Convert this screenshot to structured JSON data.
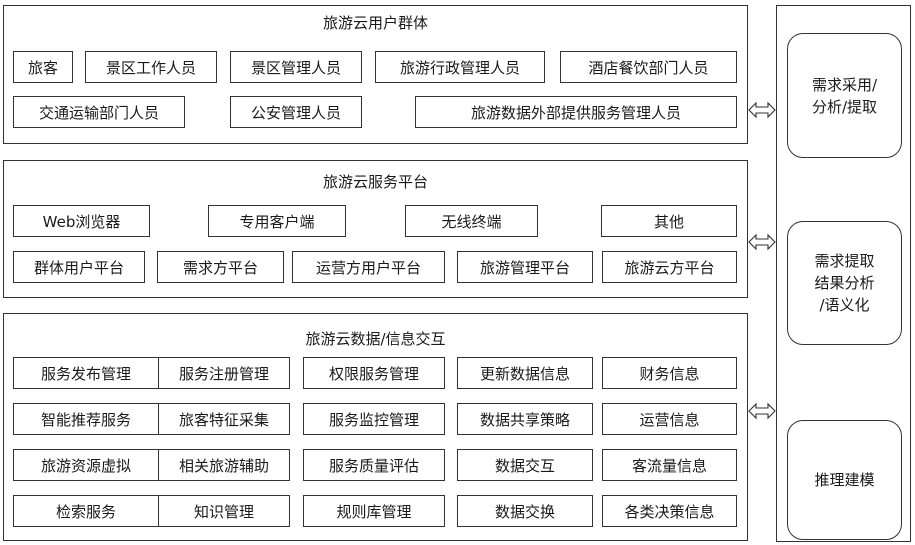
{
  "user_group": {
    "title": "旅游云用户群体",
    "items": [
      "旅客",
      "景区工作人员",
      "景区管理人员",
      "旅游行政管理人员",
      "酒店餐饮部门人员",
      "交通运输部门人员",
      "公安管理人员",
      "旅游数据外部提供服务管理人员"
    ]
  },
  "service_platform": {
    "title": "旅游云服务平台",
    "items": [
      "Web浏览器",
      "专用客户端",
      "无线终端",
      "其他",
      "群体用户平台",
      "需求方平台",
      "运营方用户平台",
      "旅游管理平台",
      "旅游云方平台"
    ]
  },
  "data_exchange": {
    "title": "旅游云数据/信息交互",
    "items": [
      "服务发布管理",
      "服务注册管理",
      "权限服务管理",
      "更新数据信息",
      "财务信息",
      "智能推荐服务",
      "旅客特征采集",
      "服务监控管理",
      "数据共享策略",
      "运营信息",
      "旅游资源虚拟",
      "相关旅游辅助",
      "服务质量评估",
      "数据交互",
      "客流量信息",
      "检索服务",
      "知识管理",
      "规则库管理",
      "数据交换",
      "各类决策信息"
    ]
  },
  "right_column": {
    "box1": [
      "需求采用/",
      "分析/提取"
    ],
    "box2": [
      "需求提取",
      "结果分析",
      "/语义化"
    ],
    "box3": [
      "推理建模"
    ]
  }
}
